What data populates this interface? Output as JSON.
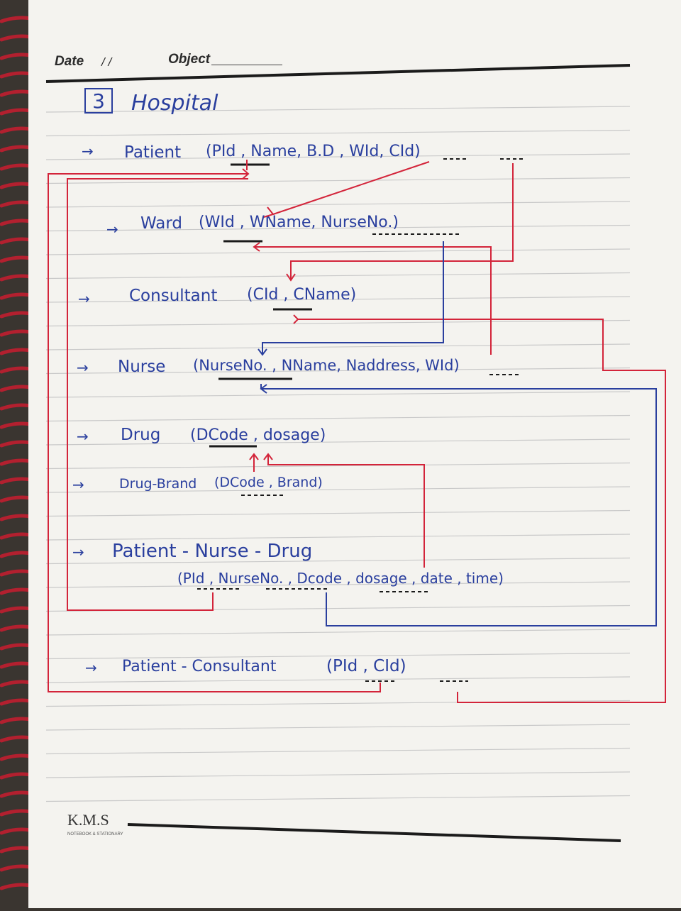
{
  "header": {
    "date_label": "Date",
    "date_slashes": "/   /",
    "object_label": "Object"
  },
  "title": {
    "number": "3",
    "text": "Hospital"
  },
  "relations": [
    {
      "arrow": "→",
      "name": "Patient",
      "attrs": "(PId , Name, B.D , WId, CId)"
    },
    {
      "arrow": "→",
      "name": "Ward",
      "attrs": "(WId , WName, NurseNo.)"
    },
    {
      "arrow": "→",
      "name": "Consultant",
      "attrs": "(CId , CName)"
    },
    {
      "arrow": "→",
      "name": "Nurse",
      "attrs": "(NurseNo. , NName, Naddress, WId)"
    },
    {
      "arrow": "→",
      "name": "Drug",
      "attrs": "(DCode , dosage)"
    },
    {
      "arrow": "→",
      "name": "Drug-Brand",
      "attrs": "(DCode , Brand)"
    },
    {
      "arrow": "→",
      "name": "Patient - Nurse - Drug",
      "attrs": "(PId , NurseNo. , Dcode , dosage , date , time)"
    },
    {
      "arrow": "→",
      "name": "Patient - Consultant",
      "attrs": "(PId , CId)"
    }
  ],
  "footer": {
    "brand": "K.M.S",
    "tagline": "NOTEBOOK & STATIONARY"
  },
  "colors": {
    "ink_blue": "#2a3f9e",
    "ink_red": "#d3243a",
    "ink_black": "#1a1a1a",
    "rule_line": "#c9c9c9",
    "paper": "#f4f3ef"
  }
}
